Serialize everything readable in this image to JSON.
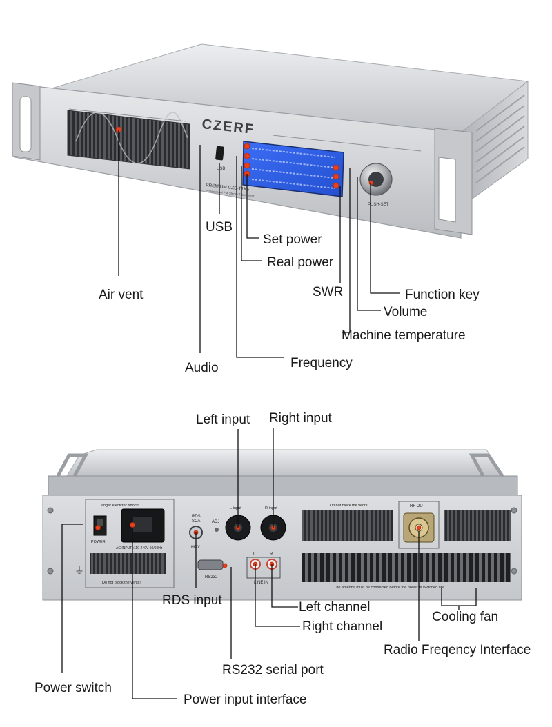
{
  "front": {
    "brand": "CZERF",
    "model_line1": "PREMIUM CZE-T1K5",
    "model_line2": "Professional FM Stereo Transmitter",
    "usb_port_label": "USB",
    "knob_label": "PUSH-SET",
    "labels": {
      "usb": "USB",
      "set_power": "Set power",
      "real_power": "Real power",
      "air_vent": "Air vent",
      "swr": "SWR",
      "function_key": "Function key",
      "volume": "Volume",
      "machine_temperature": "Machine temperature",
      "audio": "Audio",
      "frequency": "Frequency"
    }
  },
  "rear": {
    "danger_text": "Danger electctric shock!",
    "power_label": "POWER",
    "ac_input": "AC INPUT :110-240V 50/60Hz",
    "do_not_block_left": "Do not block the vents!",
    "do_not_block_top": "Do not block the vents!",
    "rds_sca": "RDS\nSCA",
    "mpx": "MPX",
    "adj": "ADJ",
    "rs232_port": "RS232",
    "left_xlr": "L-input",
    "right_xlr": "R-input",
    "line_in": "LINE IN",
    "line_l": "L",
    "line_r": "R",
    "rf_out": "RF OUT",
    "antenna_warning": "The antenna must be connected before the power is switched on!",
    "labels": {
      "left_input": "Left input",
      "right_input": "Right input",
      "rds_input": "RDS input",
      "left_channel": "Left channel",
      "right_channel": "Right channel",
      "cooling_fan": "Cooling fan",
      "rf_interface": "Radio Freqency Interface",
      "rs232": "RS232 serial port",
      "power_switch": "Power switch",
      "power_input": "Power input interface"
    }
  },
  "colors": {
    "chassis": "#c9cbce",
    "panel": "#d7d9dc",
    "lcd": "#2f5fe8",
    "marker": "#e8401c"
  }
}
